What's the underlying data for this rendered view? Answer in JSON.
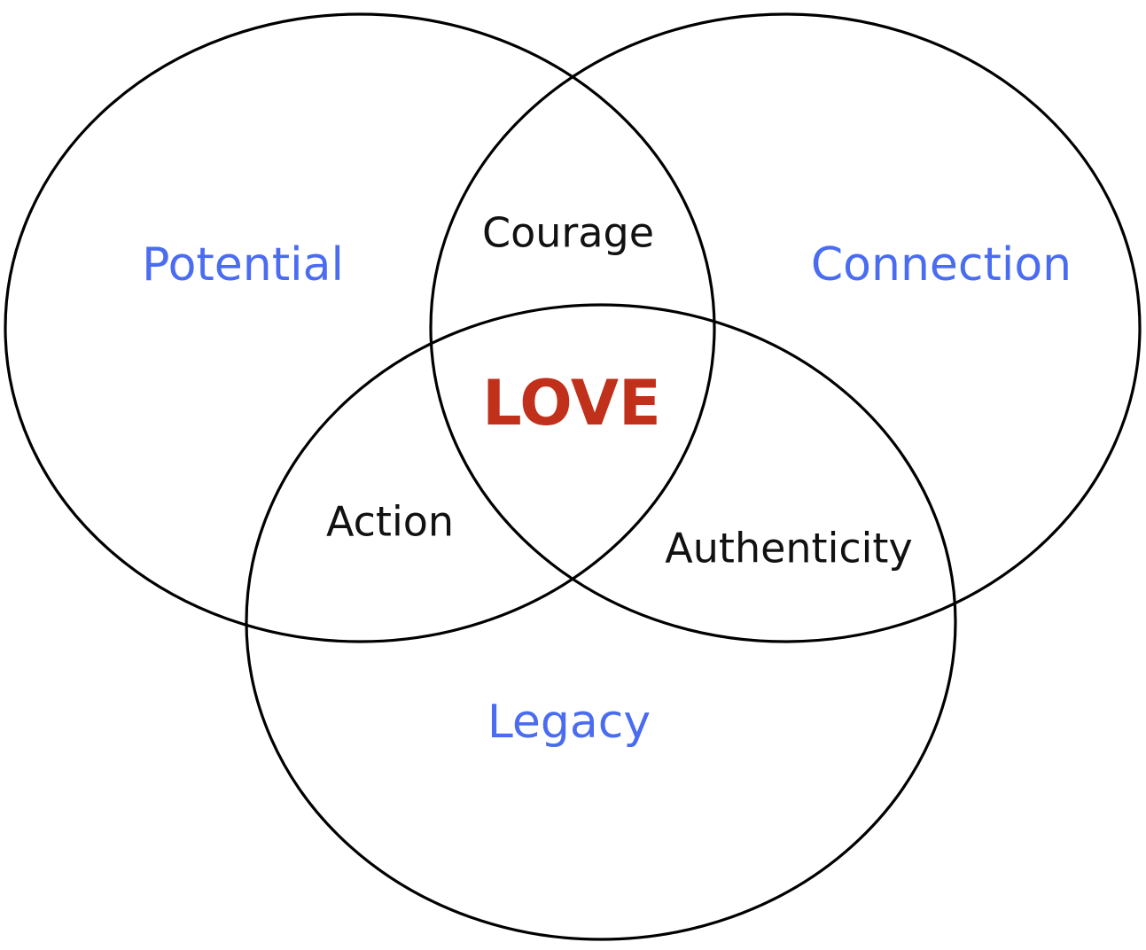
{
  "diagram": {
    "sets": [
      {
        "key": "top-left",
        "label": "Potential"
      },
      {
        "key": "top-right",
        "label": "Connection"
      },
      {
        "key": "bottom",
        "label": "Legacy"
      }
    ],
    "overlaps": {
      "top_left_and_top_right": "Courage",
      "top_left_and_bottom": "Action",
      "top_right_and_bottom": "Authenticity",
      "all_three": "LOVE"
    },
    "colors": {
      "set_label": "#4a6cf0",
      "overlap_label": "#111111",
      "center_label": "#c0301a",
      "outline": "#000000"
    }
  }
}
